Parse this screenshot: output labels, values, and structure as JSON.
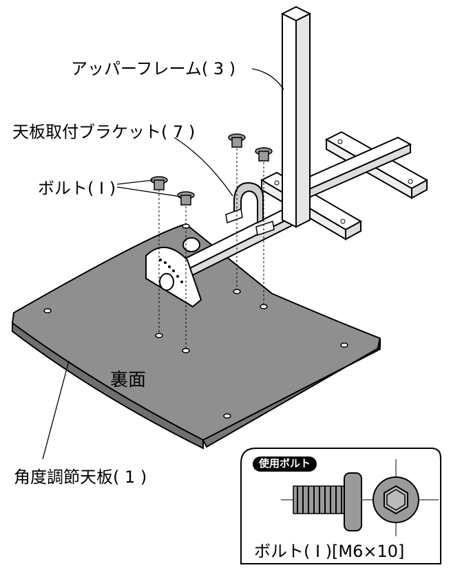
{
  "labels": {
    "upper_frame": "アッパーフレーム( 3 )",
    "bracket": "天板取付ブラケット( 7 )",
    "bolt": "ボルト( I )",
    "back_side": "裏面",
    "tilt_top": "角度調節天板( 1 )"
  },
  "inset": {
    "tag": "使用ボルト",
    "caption": "ボルト( I )[M6×10]"
  },
  "colors": {
    "board": "#8f8f8f",
    "board_edge": "#6f6f6f",
    "frame": "#ffffff",
    "line": "#000000",
    "bolt_fill": "#9a9a9a"
  }
}
